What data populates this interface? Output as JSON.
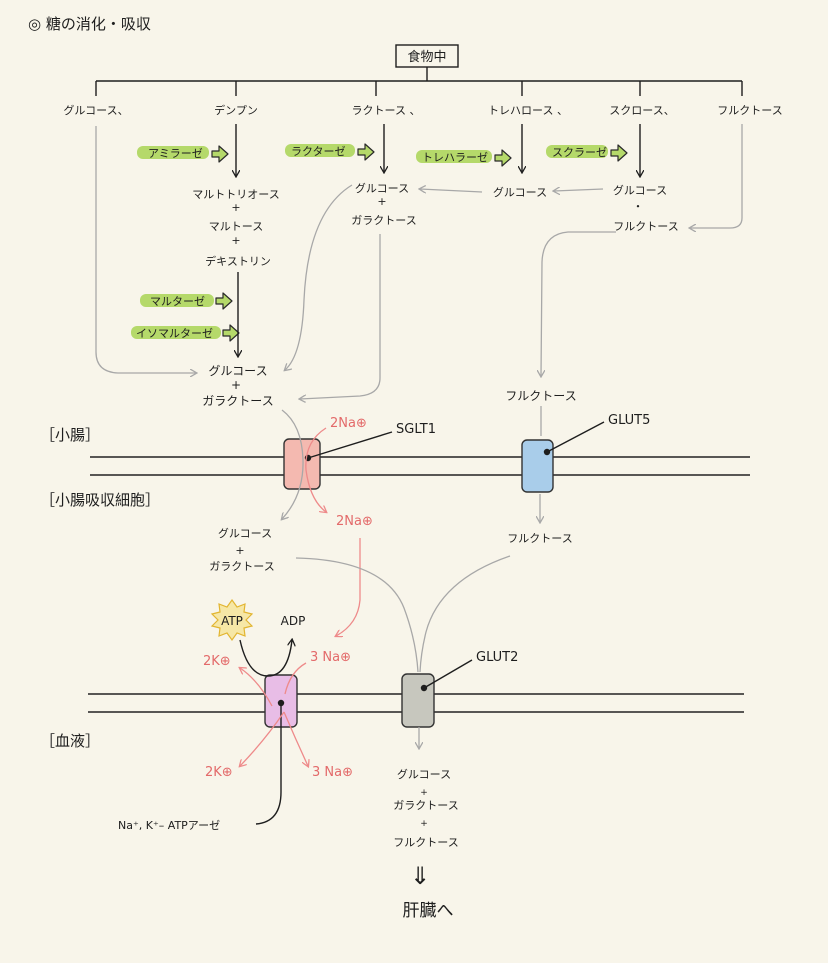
{
  "title": "◎ 糖の消化・吸収",
  "food": "食物中",
  "sources": {
    "glucose": "グルコース、",
    "starch": "デンプン",
    "lactose": "ラクトース 、",
    "trehalose": "トレハロース 、",
    "sucrose": "スクロース、",
    "fructose": "フルクトース"
  },
  "enzymes": {
    "amylase": "アミラーゼ",
    "lactase": "ラクターゼ",
    "trehalase": "トレハラーゼ",
    "sucrase": "スクラーゼ",
    "maltase": "マルターゼ",
    "isomaltase": "イソマルターゼ"
  },
  "products": {
    "maltotriose": "マルトトリオース",
    "maltose": "マルトース",
    "dextrin": "デキストリン",
    "plus": "+",
    "dot_plus": "・",
    "lac_glucose": "グルコース",
    "lac_galactose": "ガラクトース",
    "tre_glucose": "グルコース",
    "suc_glucose": "グルコース",
    "suc_fructose": "フルクトース",
    "merged_glucose": "グルコース",
    "merged_galactose": "ガラクトース",
    "fructose_lumen": "フルクトース"
  },
  "regions": {
    "intestine": "［小腸］",
    "cell": "［小腸吸収細胞］",
    "blood": "［血液］"
  },
  "transporters": {
    "sglt1": "SGLT1",
    "glut5": "GLUT5",
    "glut2": "GLUT2",
    "pump": "Na⁺, K⁺– ATPアーゼ"
  },
  "ions": {
    "na2_in": "2Na⊕",
    "na2_cell": "2Na⊕",
    "k2_up": "2K⊕",
    "na3_up": "3 Na⊕",
    "k2_down": "2K⊕",
    "na3_down": "3 Na⊕"
  },
  "energy": {
    "atp": "ATP",
    "adp": "ADP"
  },
  "cell_contents": {
    "glucose": "グルコース",
    "galactose": "ガラクトース",
    "fructose": "フルクトース"
  },
  "blood_contents": {
    "glucose": "グルコース",
    "galactose": "ガラクトース",
    "fructose": "フルクトース"
  },
  "liver": {
    "arrow": "⇓",
    "label": "肝臓へ"
  },
  "colors": {
    "paper": "#f8f5ea",
    "highlight": "#b5d96a",
    "sglt1_fill": "#f4b9b0",
    "glut5_fill": "#a9cdea",
    "glut2_fill": "#c7c7be",
    "pump_fill": "#e8bde6",
    "ion_red": "#e36a6a",
    "atp_burst": "#f2c53d"
  }
}
